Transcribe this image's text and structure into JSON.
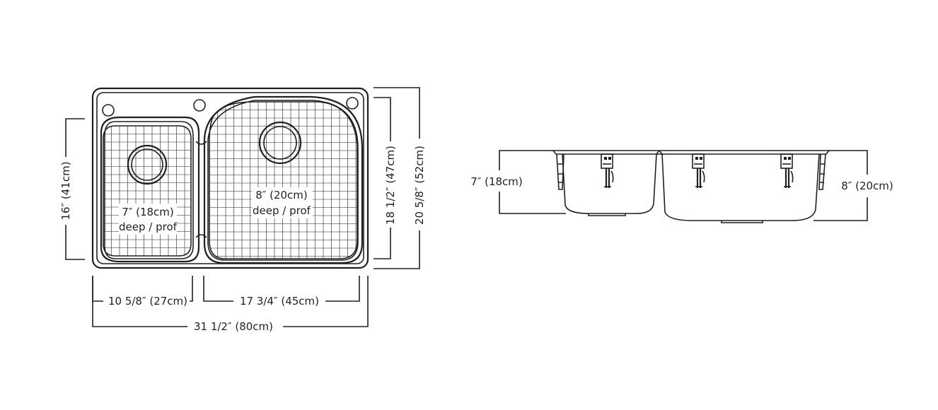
{
  "top_view": {
    "left_bowl": {
      "depth_line1": "7″ (18cm)",
      "depth_line2": "deep / prof"
    },
    "right_bowl": {
      "depth_line1": "8″ (20cm)",
      "depth_line2": "deep / prof"
    },
    "dims": {
      "left_bowl_width": "10 5/8″ (27cm)",
      "right_bowl_width": "17 3/4″ (45cm)",
      "overall_width": "31 1/2″ (80cm)",
      "left_bowl_height": "16″ (41cm)",
      "right_bowl_height": "18 1/2″ (47cm)",
      "overall_height": "20 5/8″ (52cm)"
    }
  },
  "side_view": {
    "dims": {
      "left_depth": "7″ (18cm)",
      "right_depth": "8″ (20cm)"
    }
  }
}
